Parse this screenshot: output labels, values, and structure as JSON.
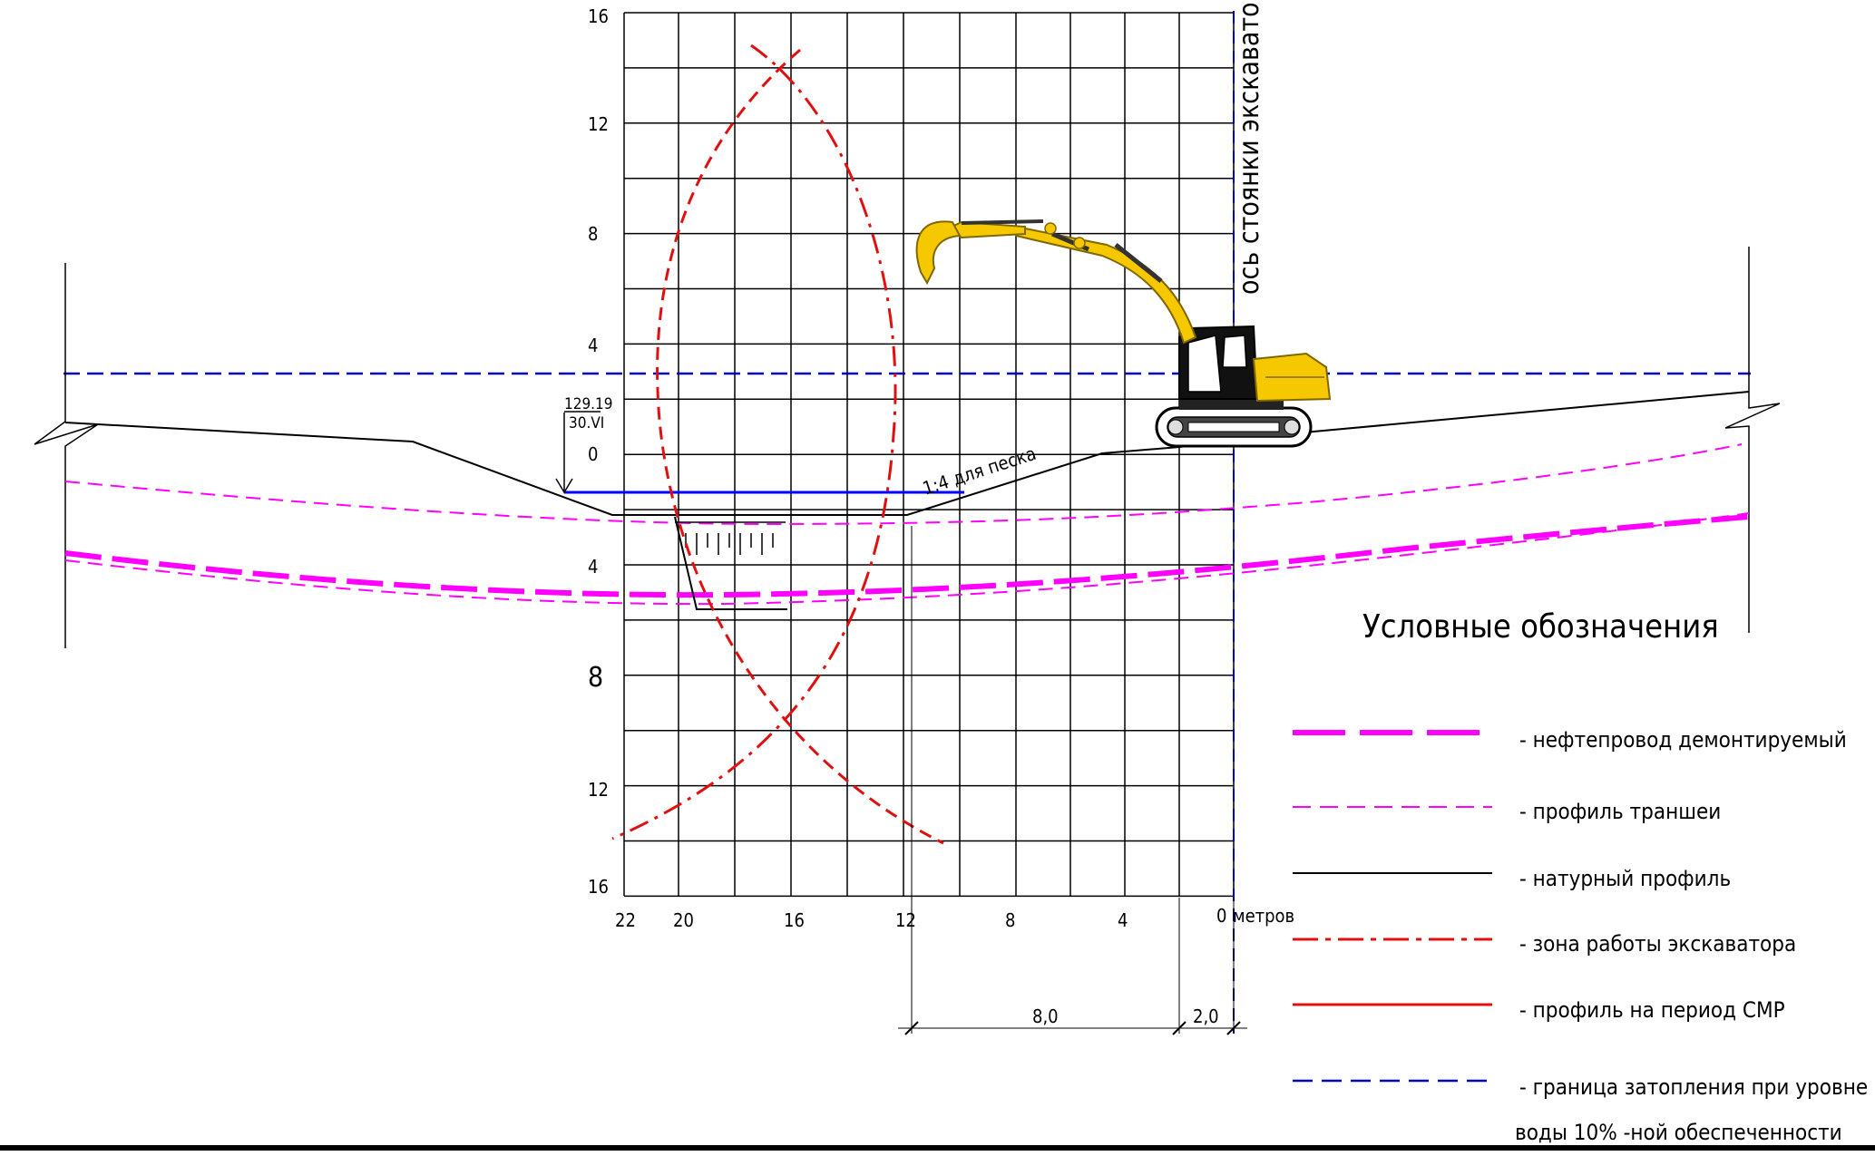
{
  "y_axis_labels_upper": [
    "16",
    "12",
    "8",
    "4",
    "0"
  ],
  "y_axis_labels_lower": [
    "4",
    "8",
    "12",
    "16"
  ],
  "x_axis_labels": [
    "22",
    "20",
    "16",
    "12",
    "8",
    "4",
    "0"
  ],
  "x_axis_unit": "метров",
  "axis_note": "ось стоянки экскаватора",
  "elevation_mark": {
    "value": "129.19",
    "date": "30.VI"
  },
  "slope_label": "1:4 для песка",
  "dimensions": {
    "left": "8,0",
    "right": "2,0"
  },
  "colors": {
    "pipeline": "#ff00ff",
    "trench": "#ff00ff",
    "ground": "#000000",
    "excavator_zone": "#e01010",
    "smr_profile": "#e01010",
    "flood": "#0000cc",
    "water": "#0000ff",
    "excavator": "#f5c800"
  },
  "legend": {
    "title": "Условные обозначения",
    "items": [
      {
        "key": "pipeline",
        "label": "- нефтепровод демонтируемый"
      },
      {
        "key": "trench",
        "label": "-  профиль траншеи"
      },
      {
        "key": "ground",
        "label": "- натурный профиль"
      },
      {
        "key": "excavator_zone",
        "label": "- зона работы экскаватора"
      },
      {
        "key": "smr_profile",
        "label": "- профиль  на период СМР"
      },
      {
        "key": "flood",
        "label": "- граница затопления при уровне"
      }
    ],
    "note": "воды 10% -ной обеспеченности"
  },
  "icons": {
    "excavator": "excavator-icon",
    "arrow": "arrow-down-icon"
  }
}
